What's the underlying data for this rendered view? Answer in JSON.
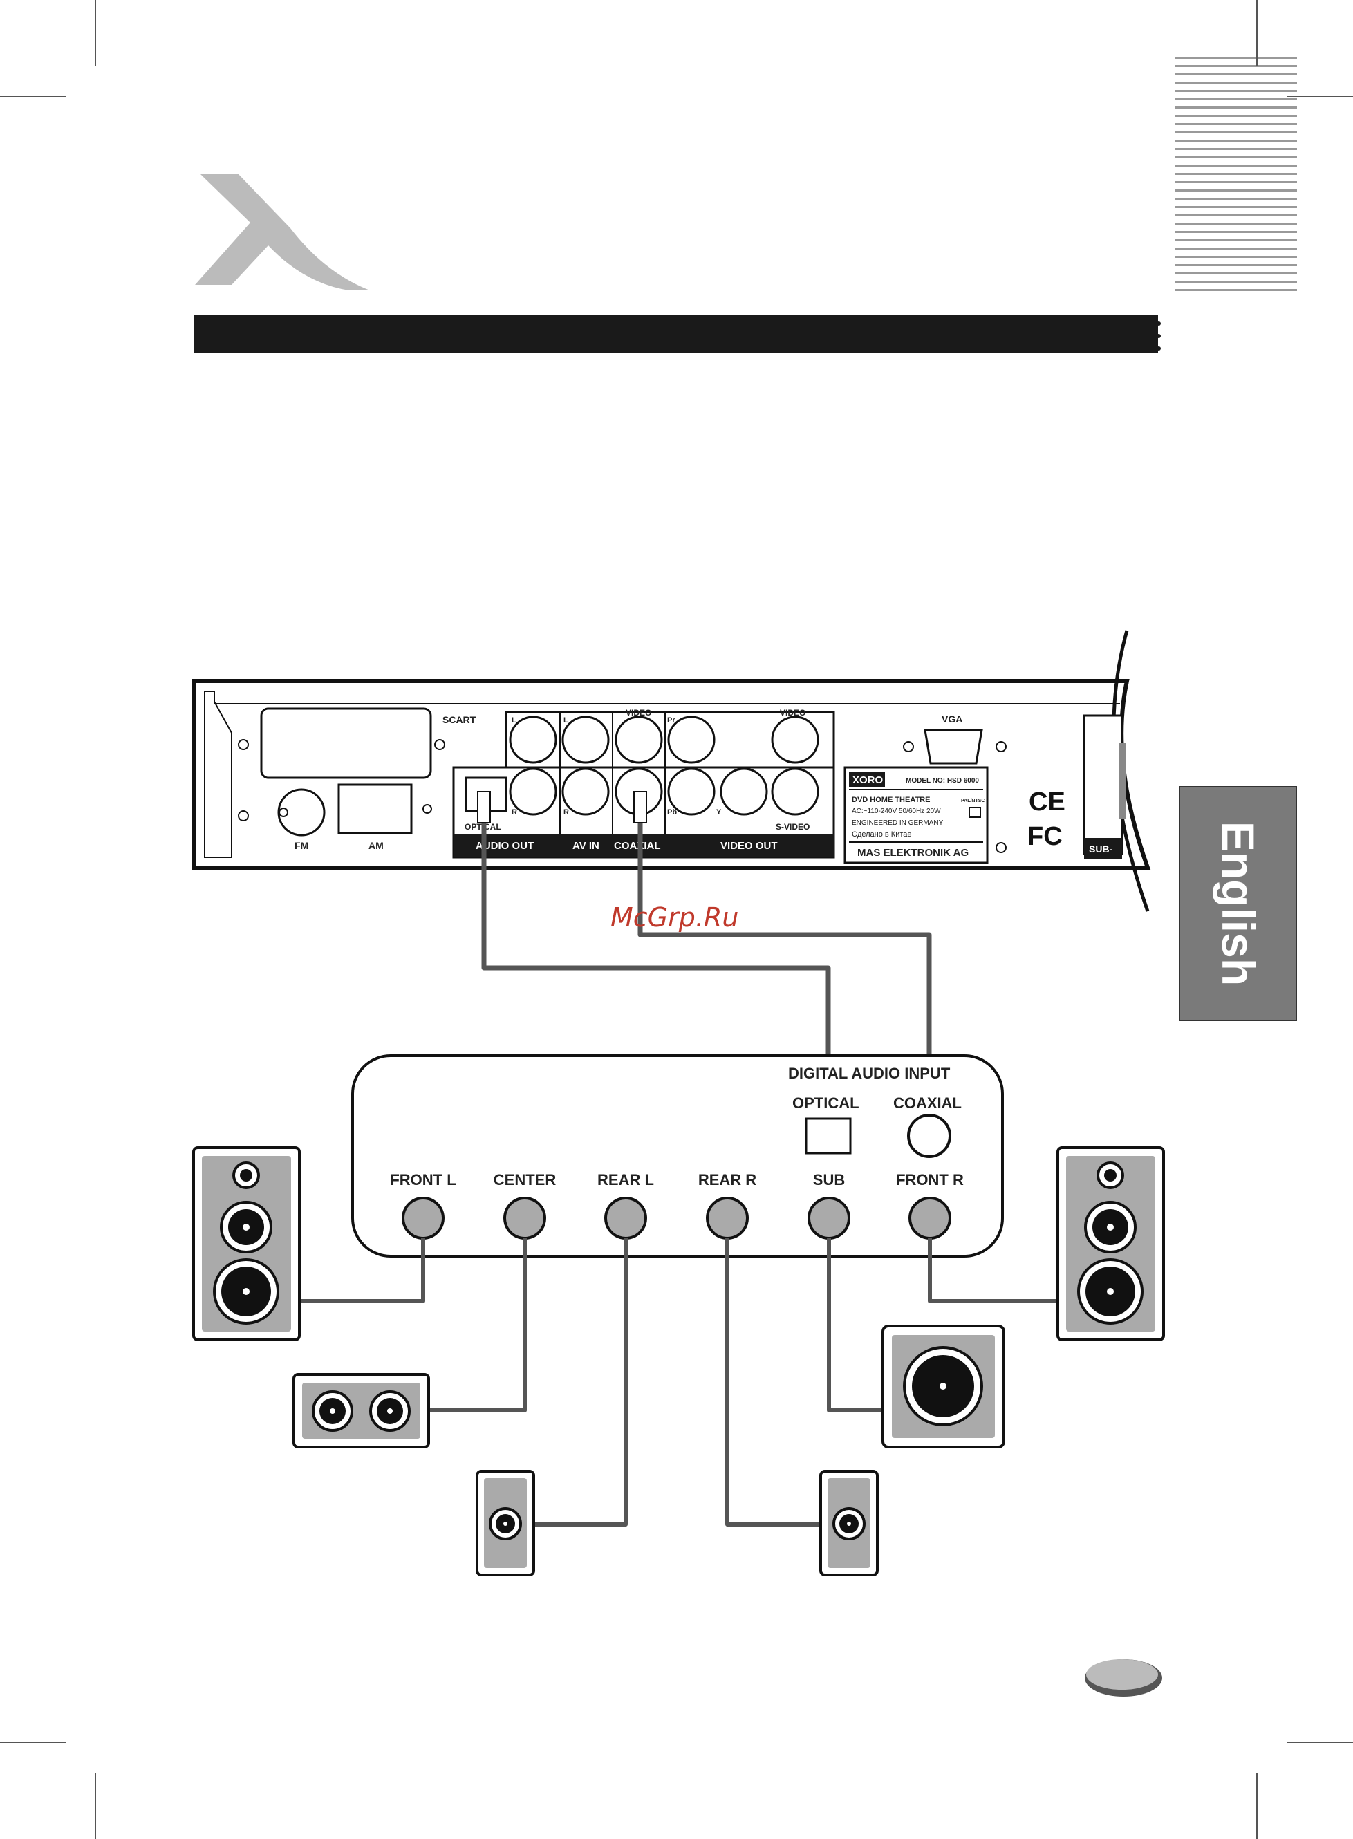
{
  "brand": {
    "logo_letter": "X"
  },
  "side_tab": {
    "label": "English"
  },
  "watermark": "McGrp.Ru",
  "device_panel": {
    "scart": "SCART",
    "fm": "FM",
    "am": "AM",
    "vga": "VGA",
    "video_top_a": "VIDEO",
    "video_top_b": "VIDEO",
    "l1": "L",
    "l2": "L",
    "r1": "R",
    "r2": "R",
    "pr": "Pr",
    "pb": "Pb",
    "y": "Y",
    "optical": "OPTICAL",
    "s_video": "S-VIDEO",
    "section_audio_out": "AUDIO OUT",
    "section_av_in": "AV IN",
    "section_coaxial": "COAXIAL",
    "section_video_out": "VIDEO OUT",
    "sub": "SUB-",
    "label_brand": "XORO",
    "label_model": "MODEL NO: HSD 6000",
    "label_product": "DVD HOME THEATRE",
    "label_pal": "PAL/NTSC",
    "label_power": "AC:~110-240V 50/60Hz 20W",
    "label_engineered": "ENGINEERED IN GERMANY",
    "label_made": "Сделано в Китае",
    "label_company": "MAS ELEKTRONIK AG",
    "ce": "CE",
    "fc": "FC"
  },
  "receiver": {
    "digital_audio_input": "DIGITAL AUDIO INPUT",
    "optical": "OPTICAL",
    "coaxial": "COAXIAL",
    "outputs": [
      "FRONT L",
      "CENTER",
      "REAR L",
      "REAR R",
      "SUB",
      "FRONT R"
    ]
  }
}
